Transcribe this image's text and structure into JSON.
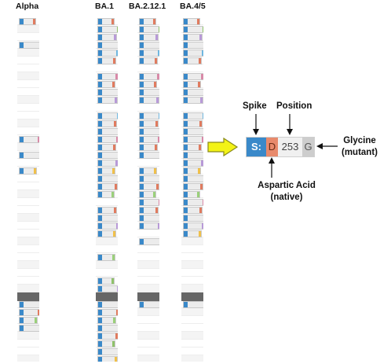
{
  "columns": [
    {
      "title": "Alpha"
    },
    {
      "title": "BA.1"
    },
    {
      "title": "BA.2.12.1"
    },
    {
      "title": "BA.4/5"
    }
  ],
  "annotation": {
    "chip": {
      "protein": "S:",
      "native": "D",
      "position": "253",
      "mutant": "G"
    },
    "spike_label": "Spike",
    "position_label": "Position",
    "glycine_label": "Glycine",
    "glycine_sub": "(mutant)",
    "aspartic_label": "Aspartic Acid",
    "aspartic_sub": "(native)"
  },
  "colors": {
    "protein": "#3a89c9",
    "native": "#e88a6c",
    "mutant": "#cdcdcd",
    "arrow_fill": "#f3f316",
    "arrow_stroke": "#8a8a1a",
    "band": "#666666"
  },
  "icons": [
    "right-block-arrow-icon",
    "down-arrow-icon",
    "up-arrow-icon",
    "left-arrow-icon"
  ]
}
